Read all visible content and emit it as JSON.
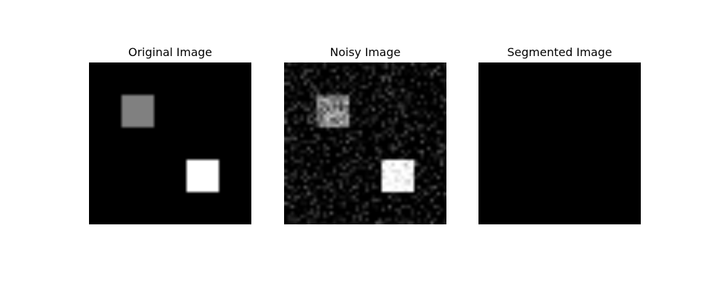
{
  "panels": [
    {
      "title": "Original Image",
      "kind": "original",
      "background": "#000000",
      "squares": [
        {
          "grid_cols": [
            10,
            19
          ],
          "grid_rows": [
            10,
            19
          ],
          "gray": "#808080"
        },
        {
          "grid_cols": [
            30,
            39
          ],
          "grid_rows": [
            30,
            39
          ],
          "gray": "#ffffff"
        }
      ]
    },
    {
      "title": "Noisy Image",
      "kind": "noisy",
      "background": "#000000",
      "squares": [
        {
          "grid_cols": [
            10,
            19
          ],
          "grid_rows": [
            10,
            19
          ],
          "gray": "#808080"
        },
        {
          "grid_cols": [
            30,
            39
          ],
          "grid_rows": [
            30,
            39
          ],
          "gray": "#ffffff"
        }
      ]
    },
    {
      "title": "Segmented Image",
      "kind": "segmented",
      "background": "#000000",
      "squares": []
    }
  ],
  "image_grid_size": 50
}
